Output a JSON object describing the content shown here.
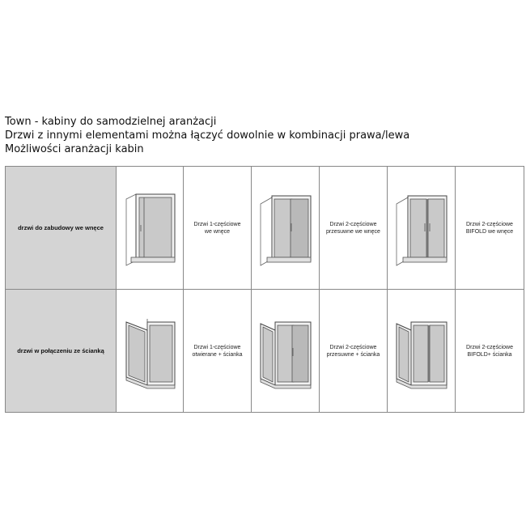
{
  "heading": {
    "line1": "Town -  kabiny do samodzielnej aranżacji",
    "line2": "Drzwi z innymi elementami można łączyć dowolnie w kombinacji prawa/lewa",
    "line3": "Możliwości aranżacji kabin"
  },
  "rows": [
    {
      "label": "drzwi do zabudowy we wnęce",
      "options": [
        {
          "line1": "Drzwi 1-częściowe",
          "line2": "we wnęce",
          "icon": "single-door-niche-icon"
        },
        {
          "line1": "Drzwi 2-częściowe",
          "line2": "przesuwne we wnęce",
          "icon": "sliding-door-niche-icon"
        },
        {
          "line1": "Drzwi 2-częściowe",
          "line2": "BIFOLD we wnęce",
          "icon": "bifold-door-niche-icon"
        }
      ]
    },
    {
      "label": "drzwi w połączeniu ze ścianką",
      "options": [
        {
          "line1": "Drzwi 1-częściowe",
          "line2": "otwierane + ścianka",
          "icon": "single-door-wall-icon"
        },
        {
          "line1": "Drzwi 2-częściowe",
          "line2": "przesuwne + ścianka",
          "icon": "sliding-door-wall-icon"
        },
        {
          "line1": "Drzwi 2-częściowe",
          "line2": "BIFOLD+ ścianka",
          "icon": "bifold-door-wall-icon"
        }
      ]
    }
  ]
}
